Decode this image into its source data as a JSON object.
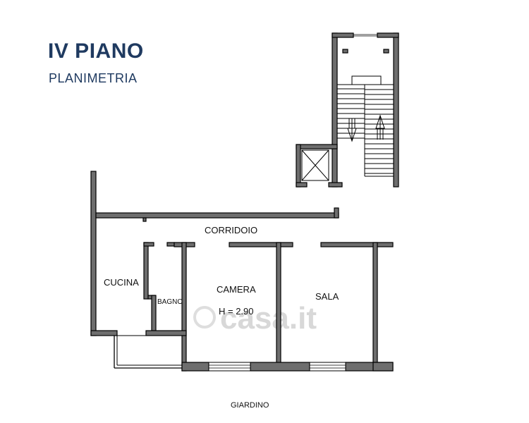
{
  "header": {
    "title": "IV PIANO",
    "subtitle": "PLANIMETRIA"
  },
  "rooms": {
    "corridoio": "CORRIDOIO",
    "cucina": "CUCINA",
    "bagno": "BAGNO",
    "camera": "CAMERA",
    "height": "H = 2.90",
    "sala": "SALA",
    "giardino": "GIARDINO"
  },
  "watermark": "casa.it",
  "colors": {
    "title": "#1f3a60",
    "wall_fill": "#6e6e6e",
    "watermark": "#d8d8d8"
  }
}
